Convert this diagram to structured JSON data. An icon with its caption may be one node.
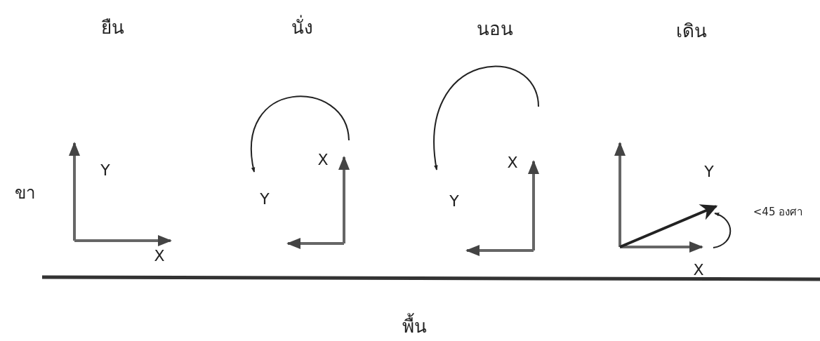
{
  "diagram": {
    "labels": [
      "ยืน",
      "นั่ง",
      "นอน",
      "เดิน",
      "X",
      "X",
      "Y",
      "Y",
      "ขา",
      "Y",
      "Y",
      "<45 องศา",
      "X",
      "X",
      "พื้น"
    ]
  }
}
